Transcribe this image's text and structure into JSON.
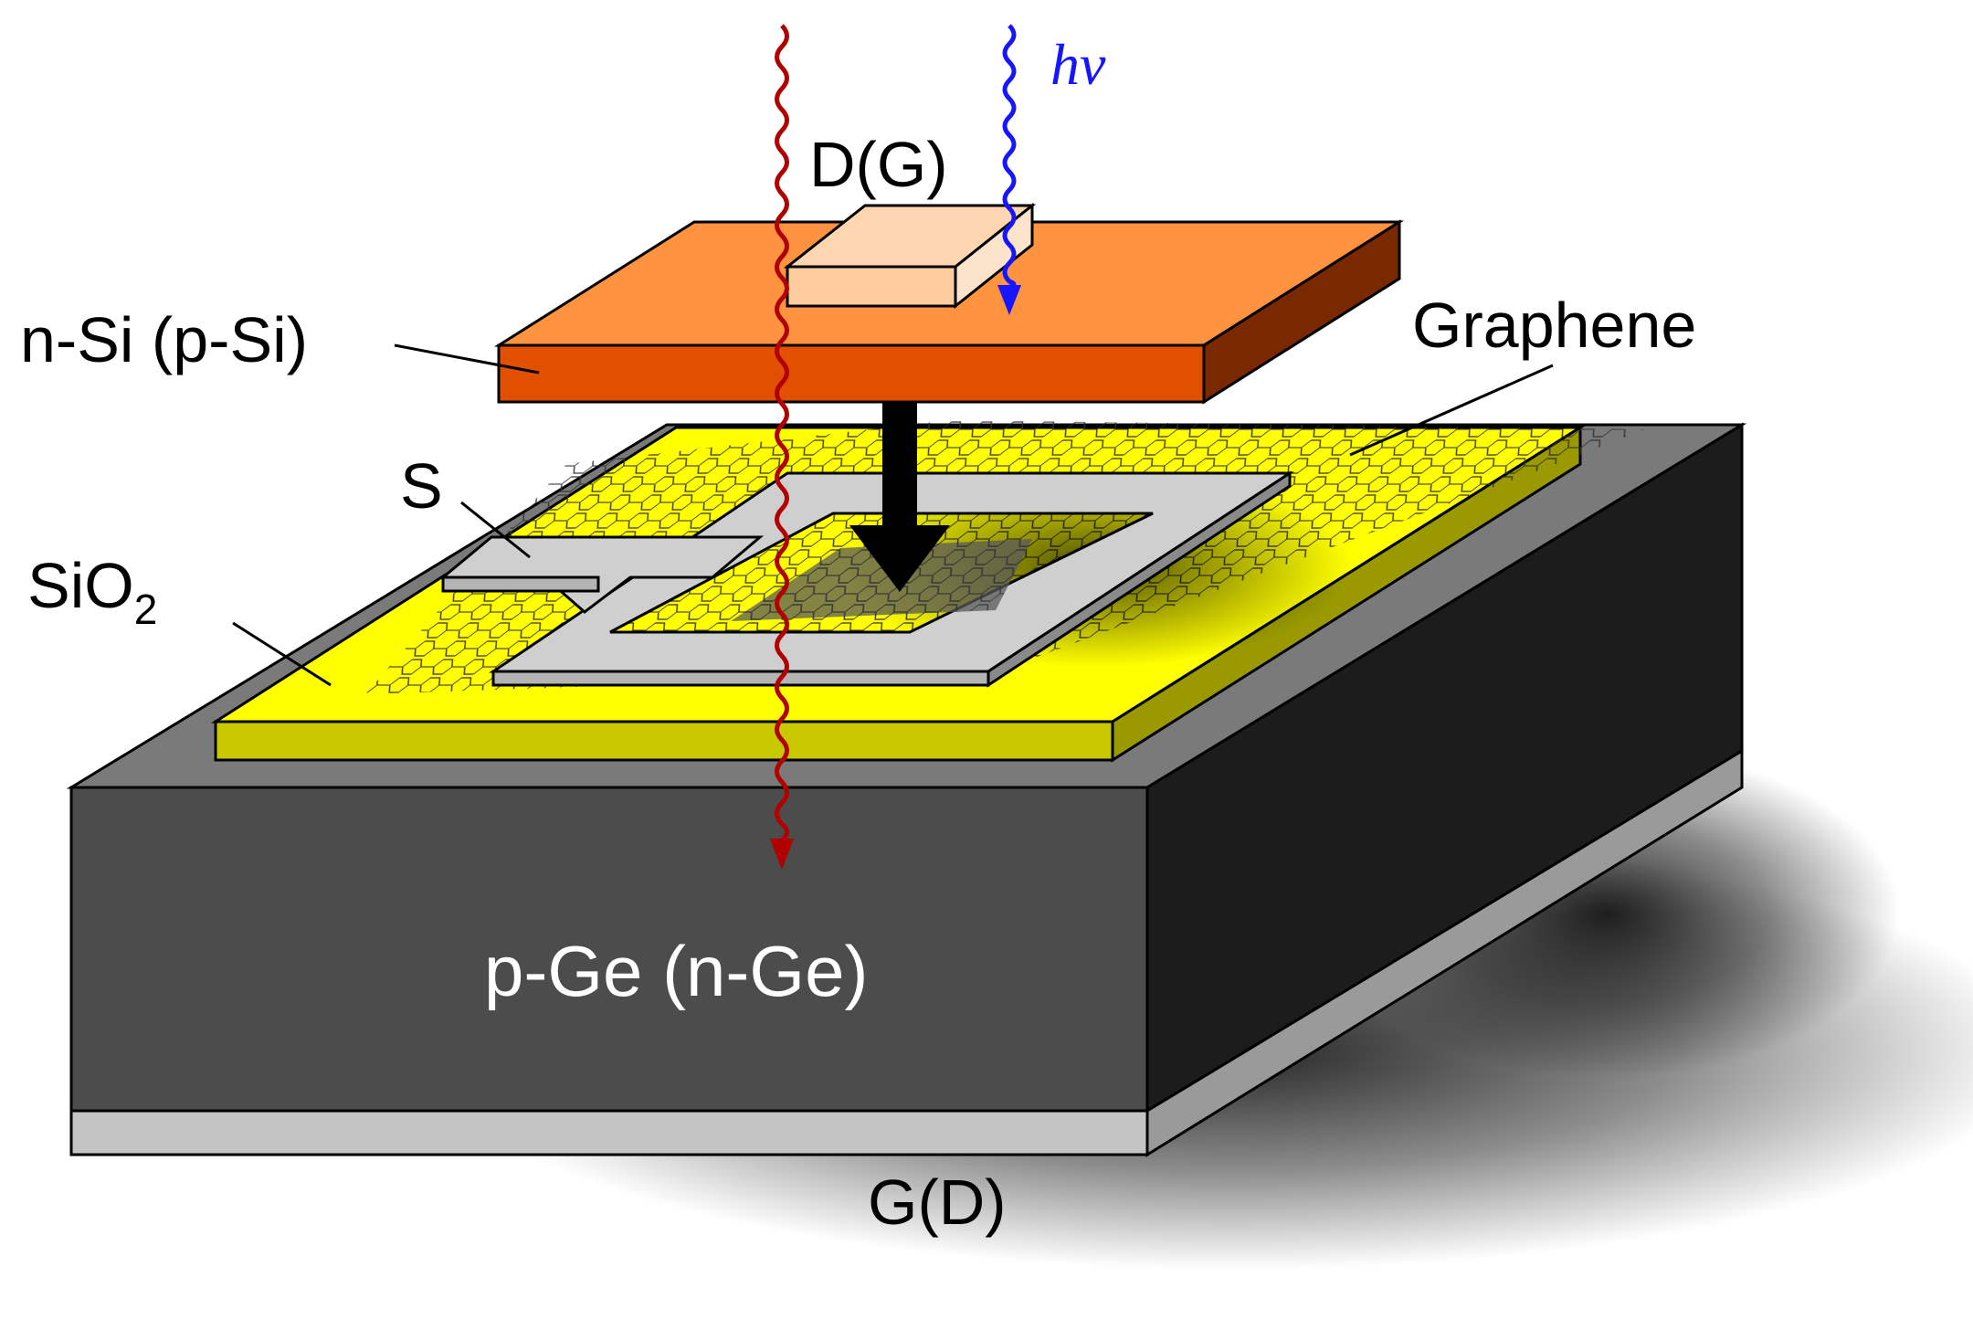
{
  "labels": {
    "hv": "hν",
    "dg_top": "D(G)",
    "nsi": "n-Si (p-Si)",
    "graphene": "Graphene",
    "s": "S",
    "sio2_base": "SiO",
    "sio2_sub": "2",
    "pge": "p-Ge (n-Ge)",
    "gd_bottom": "G(D)"
  },
  "colors": {
    "ge_front": "#4c4c4c",
    "ge_side": "#1c1c1c",
    "ge_top": "#7a7a7a",
    "bottom_contact": "#c4c4c4",
    "sio2_top": "#ffff00",
    "sio2_front": "#c8c800",
    "electrode": "#cfcfcf",
    "nsi_top": "#ff9340",
    "nsi_front": "#e05000",
    "nsi_side": "#7a2800",
    "contact_top": "#ffd6b0",
    "photon_long": "#b00000",
    "photon_short": "#1515ff",
    "arrow": "#000000"
  },
  "icons": {
    "photon_long": "wavy-arrow-icon",
    "photon_short": "wavy-arrow-icon",
    "transfer_arrow": "down-arrow-icon"
  }
}
